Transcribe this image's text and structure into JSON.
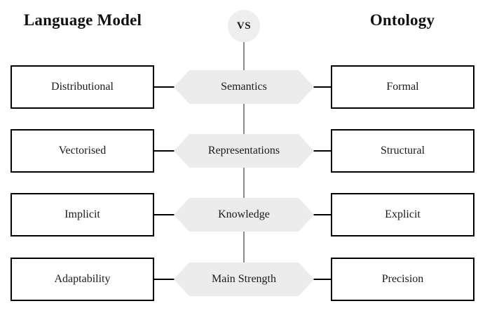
{
  "header": {
    "left_title": "Language Model",
    "right_title": "Ontology",
    "center_badge": "VS"
  },
  "colors": {
    "box_border": "#000000",
    "box_fill": "#ffffff",
    "hexagon_fill": "#ececec",
    "badge_fill": "#efeeee",
    "spine_line": "#8b8b8b",
    "connector_line": "#000000",
    "text": "#1a1a1a",
    "background": "#ffffff"
  },
  "rows": [
    {
      "aspect": "Semantics",
      "left": "Distributional",
      "right": "Formal"
    },
    {
      "aspect": "Representations",
      "left": "Vectorised",
      "right": "Structural"
    },
    {
      "aspect": "Knowledge",
      "left": "Implicit",
      "right": "Explicit"
    },
    {
      "aspect": "Main Strength",
      "left": "Adaptability",
      "right": "Precision"
    }
  ]
}
